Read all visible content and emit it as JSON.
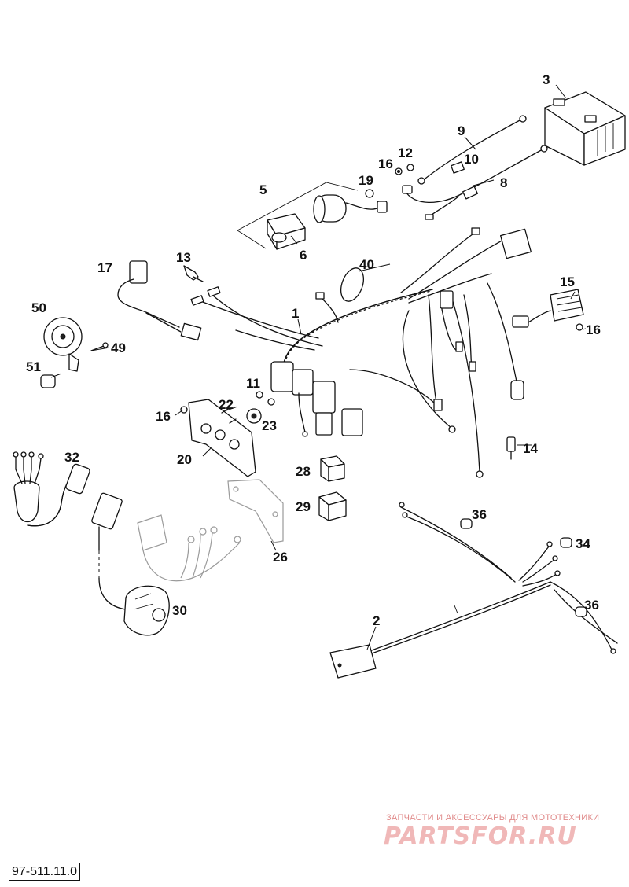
{
  "drawing_code": "97-511.11.0",
  "watermark": {
    "caption": "ЗАПЧАСТИ И АКСЕССУАРЫ ДЛЯ МОТОТЕХНИКИ",
    "logo": "PARTSFOR.RU"
  },
  "callouts": {
    "c1": "1",
    "c2": "2",
    "c3": "3",
    "c5": "5",
    "c6": "6",
    "c8": "8",
    "c9": "9",
    "c10": "10",
    "c11": "11",
    "c12": "12",
    "c13": "13",
    "c14": "14",
    "c15": "15",
    "c16a": "16",
    "c16b": "16",
    "c16c": "16",
    "c17": "17",
    "c19": "19",
    "c20": "20",
    "c22": "22",
    "c23": "23",
    "c26": "26",
    "c28": "28",
    "c29": "29",
    "c30": "30",
    "c32": "32",
    "c34": "34",
    "c36a": "36",
    "c36b": "36",
    "c40": "40",
    "c49": "49",
    "c50": "50",
    "c51": "51"
  }
}
